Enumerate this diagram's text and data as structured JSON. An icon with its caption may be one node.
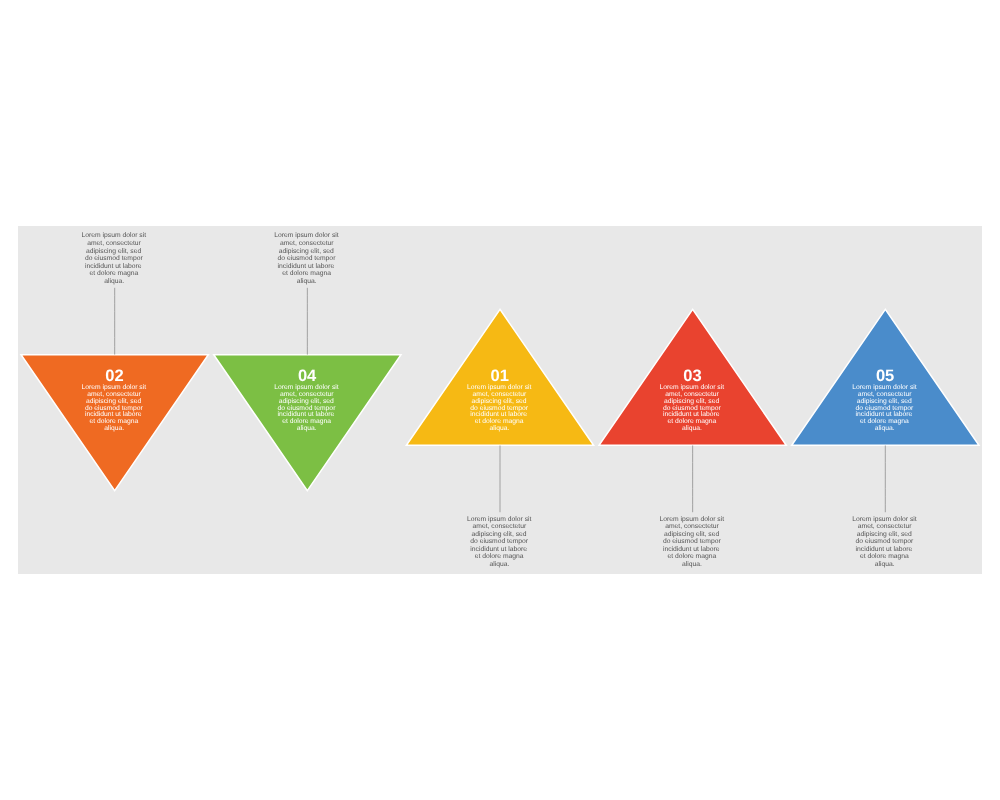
{
  "diagram": {
    "nodes": [
      {
        "text": [
          "01",
          "Lorem ipsum dolor sit amet, consectetur adipiscing elit, sed do eiusmod tempor incididunt ut labore et dolore magna aliqua."
        ]
      },
      {
        "text": [
          "02",
          "Lorem ipsum dolor sit amet, consectetur adipiscing elit, sed do eiusmod tempor incididunt ut labore et dolore magna aliqua."
        ]
      },
      {
        "text": [
          "03",
          "Lorem ipsum dolor sit amet, consectetur adipiscing elit, sed do eiusmod tempor incididunt ut labore et dolore magna aliqua."
        ]
      },
      {
        "text": [
          "04",
          "Lorem ipsum dolor sit amet, consectetur adipiscing elit, sed do eiusmod tempor incididunt ut labore et dolore magna aliqua."
        ]
      },
      {
        "text": [
          "05",
          "Lorem ipsum dolor sit amet, consectetur adipiscing elit, sed do eiusmod tempor incididunt ut labore et dolore magna aliqua."
        ]
      },
      {
        "text": [
          "Lorem ipsum dolor sit amet, consectetur adipiscing elit, sed do eiusmod tempor incididunt ut labore et dolore magna aliqua."
        ]
      },
      {
        "text": [
          "Lorem ipsum dolor sit amet, consectetur adipiscing elit, sed do eiusmod tempor incididunt ut labore et dolore magna aliqua."
        ]
      },
      {
        "text": [
          "Lorem ipsum dolor sit amet, consectetur adipiscing elit, sed do eiusmod tempor incididunt ut labore et dolore magna aliqua."
        ]
      },
      {
        "text": [
          "Lorem ipsum dolor sit amet, consectetur adipiscing elit, sed do eiusmod tempor incididunt ut labore et dolore magna aliqua."
        ]
      },
      {
        "text": [
          "Lorem ipsum dolor sit amet, consectetur adipiscing elit, sed do eiusmod tempor incididunt ut labore et dolore magna aliqua."
        ]
      }
    ],
    "edges": [
      {
        "from": 5,
        "to": 1,
        "arrow": "none"
      },
      {
        "from": 6,
        "to": 3,
        "arrow": "none"
      },
      {
        "from": 0,
        "to": 7,
        "arrow": "none"
      },
      {
        "from": 2,
        "to": 8,
        "arrow": "none"
      },
      {
        "from": 4,
        "to": 9,
        "arrow": "none"
      }
    ]
  }
}
